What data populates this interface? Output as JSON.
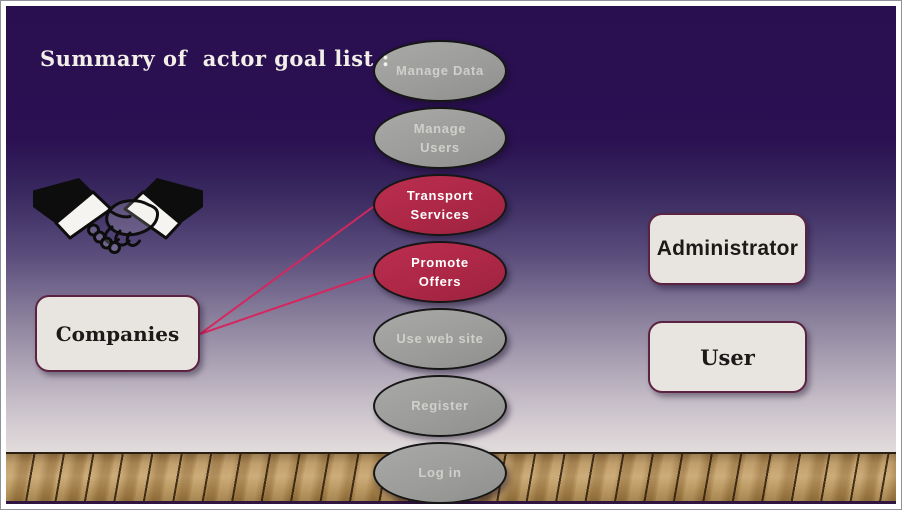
{
  "title": "Summary of  actor goal list :",
  "goals": [
    {
      "label": "Manage Data",
      "highlighted": false
    },
    {
      "label": "Manage Users",
      "highlighted": false
    },
    {
      "label": "Transport Services",
      "highlighted": true
    },
    {
      "label": "Promote Offers",
      "highlighted": true
    },
    {
      "label": "Use web site",
      "highlighted": false
    },
    {
      "label": "Register",
      "highlighted": false
    },
    {
      "label": "Log in",
      "highlighted": false
    }
  ],
  "actors": {
    "companies": {
      "label": "Companies"
    },
    "administrator": {
      "label": "Administrator"
    },
    "user": {
      "label": "User"
    }
  },
  "connections": [
    {
      "from": "Companies",
      "to": "Transport Services"
    },
    {
      "from": "Companies",
      "to": "Promote Offers"
    }
  ],
  "icon": "handshake-icon",
  "colors": {
    "background_top": "#290f50",
    "background_fade": "#eee8e7",
    "goal_gray": "#9c9c9a",
    "goal_highlight": "#ad2746",
    "connection_line": "#d4275f",
    "actor_box_fill": "#e8e4df",
    "actor_box_border": "#5c2242",
    "wood_floor": "#b6925e"
  }
}
